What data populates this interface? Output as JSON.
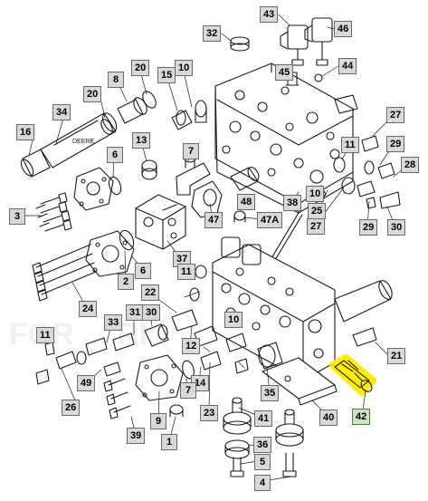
{
  "diagram": {
    "highlight_color": "#ffee00",
    "highlighted_part": "42",
    "watermark": "FOR ... RI",
    "callouts": [
      "43",
      "46",
      "32",
      "45",
      "44",
      "20",
      "10",
      "8",
      "15",
      "20",
      "34",
      "13",
      "27",
      "16",
      "11",
      "29",
      "28",
      "7",
      "6",
      "25",
      "48",
      "47",
      "47A",
      "38",
      "10",
      "3",
      "27",
      "29",
      "30",
      "37",
      "2",
      "6",
      "11",
      "24",
      "22",
      "10",
      "31",
      "30",
      "33",
      "11",
      "12",
      "26",
      "49",
      "9",
      "14",
      "23",
      "41",
      "35",
      "40",
      "42",
      "21",
      "36",
      "39",
      "1",
      "7",
      "5",
      "4"
    ]
  }
}
